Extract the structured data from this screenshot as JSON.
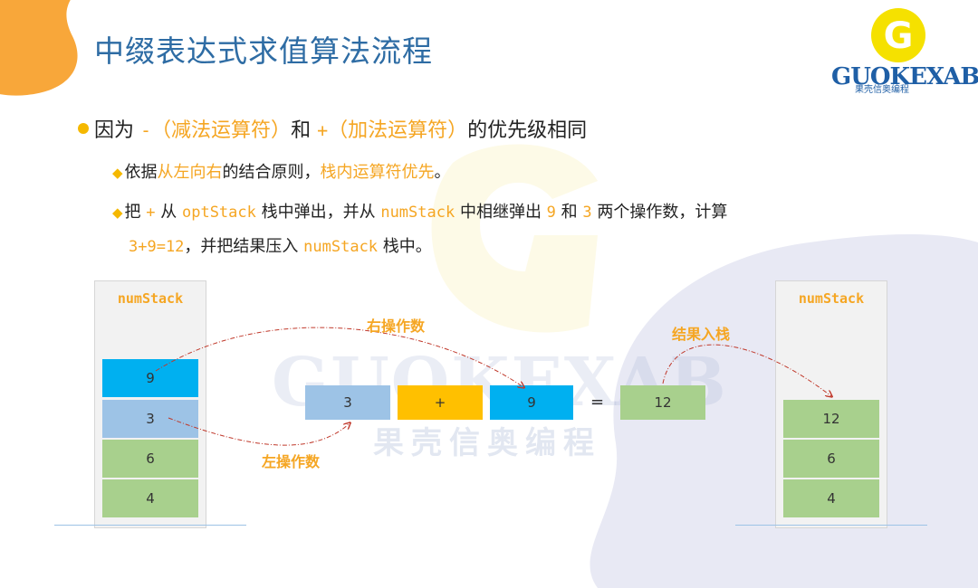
{
  "title": "中缀表达式求值算法流程",
  "logo": {
    "brand": "GUOKEXABC",
    "sub": "果壳信奥编程",
    "letter": "G"
  },
  "watermark": {
    "brand": "GUOKEXAB",
    "sub": "果壳信奥编程"
  },
  "bullet1": {
    "t1": "因为 ",
    "minus": "-",
    "minus_note": "（减法运算符）",
    "t2": "和 ",
    "plus": "+",
    "plus_note": "（加法运算符）",
    "t3": "的优先级相同"
  },
  "sub1": {
    "t1": "依据",
    "h1": "从左向右",
    "t2": "的结合原则，",
    "h2": "栈内运算符优先",
    "t3": "。"
  },
  "sub2": {
    "t1": "把 ",
    "plus": "+",
    "t2": " 从 ",
    "opstack": "optStack",
    "t3": " 栈中弹出，并从 ",
    "numstack": "numStack",
    "t4": " 中相继弹出 ",
    "n9": "9",
    "t5": " 和 ",
    "n3": "3",
    "t6": " 两个操作数，计算",
    "expr": "3+9=12",
    "t7": "，并把结果压入 ",
    "numstack2": "numStack",
    "t8": " 栈中。"
  },
  "left_stack": {
    "label": "numStack",
    "cells": [
      "9",
      "3",
      "6",
      "4"
    ]
  },
  "right_stack": {
    "label": "numStack",
    "cells": [
      "12",
      "6",
      "4"
    ]
  },
  "expression": {
    "left": "3",
    "op": "+",
    "right": "9",
    "eq": "=",
    "result": "12"
  },
  "arrows": {
    "right_operand": "右操作数",
    "left_operand": "左操作数",
    "push": "结果入栈"
  },
  "colors": {
    "title": "#2E6CA4",
    "accent": "#F5A623",
    "green": "#A8D08D",
    "blue": "#00B0F0",
    "lightblue": "#9DC3E6",
    "yellow": "#FFC000"
  }
}
